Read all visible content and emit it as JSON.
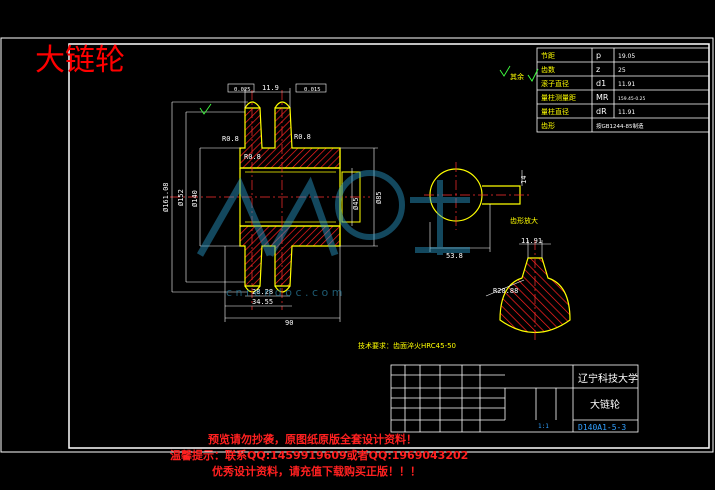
{
  "title": "大链轮",
  "param_table": {
    "rows": [
      {
        "label": "节距",
        "sym": "p",
        "val": "19.05"
      },
      {
        "label": "齿数",
        "sym": "z",
        "val": "25"
      },
      {
        "label": "滚子直径",
        "sym": "d1",
        "val": "11.91"
      },
      {
        "label": "量柱测量距",
        "sym": "MR",
        "val": "159.45-0.25"
      },
      {
        "label": "量柱直径",
        "sym": "dR",
        "val": "11.91"
      },
      {
        "label": "齿形",
        "sym": "",
        "val": "按GB1244-85制造"
      }
    ]
  },
  "roughness_note": "其余",
  "dims": {
    "width_top": "11.9",
    "r08_a": "R0.8",
    "r08_b": "R0.8",
    "r08_c": "R0.8",
    "d1": "Ø161.08",
    "d2": "Ø152",
    "d3": "Ø140",
    "d4": "Ø45",
    "d5": "Ø85",
    "hub_len": "28.28",
    "len2": "34.55",
    "len3": "90",
    "key_w": "14",
    "key_h": "53.8",
    "tol_a": "0.025",
    "tol_b": "0.015",
    "detail_label": "齿形放大",
    "detail_dim": "11.91",
    "r_detail": "R20.88"
  },
  "notes": "技术要求：齿面淬火HRC45-50",
  "title_block": {
    "school": "辽宁科技大学",
    "part": "大链轮",
    "drawing_no": "D140A1-5-3",
    "scale": "1:1"
  },
  "watermark_site": "c n r e n d o c . c o m",
  "promo": [
    "预览请勿抄袭，原图纸原版全套设计资料！",
    "温馨提示：联系QQ:1459919609或者QQ:1969043202",
    "优秀设计资料，请充值下载购买正版！！！"
  ],
  "colors": {
    "frame": "#ffffff",
    "outline": "#ffff00",
    "dim": "#ff3030",
    "center": "#ff3030",
    "hatch": "#ff2020",
    "green": "#40ff40",
    "table": "#ffffff",
    "cyan": "#30a0ff",
    "title_red": "#ff0000"
  }
}
